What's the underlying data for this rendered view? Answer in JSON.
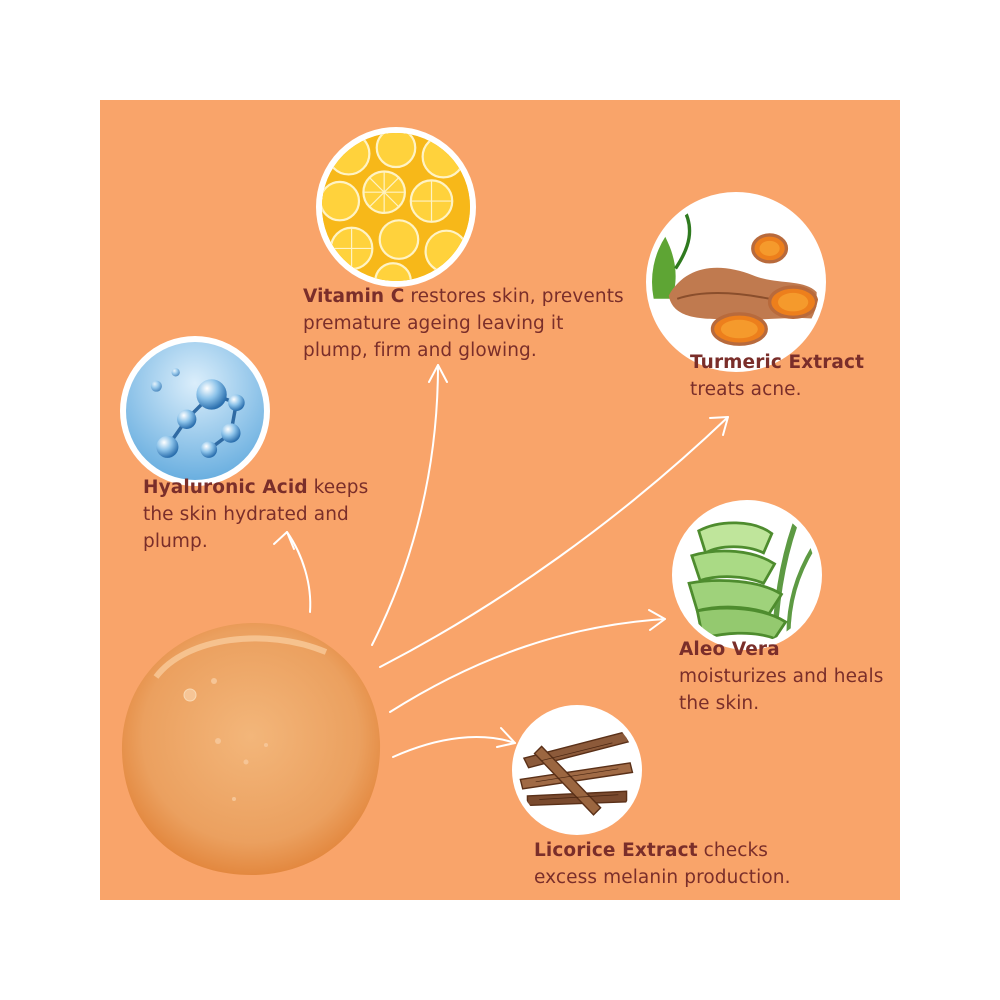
{
  "ingredients": [
    {
      "name": "Vitamin C",
      "description": " restores skin, prevents premature ageing leaving it plump, firm and glowing.",
      "image": "orange-slices"
    },
    {
      "name": "Hyaluronic Acid",
      "description": " keeps the skin hydrated and plump.",
      "image": "molecules"
    },
    {
      "name": "Turmeric Extract",
      "description": " treats acne.",
      "image": "turmeric-root"
    },
    {
      "name": "Aleo Vera",
      "description": " moisturizes and heals the skin.",
      "image": "aloe-vera"
    },
    {
      "name": "Licorice Extract",
      "description": " checks excess melanin production.",
      "image": "licorice-sticks"
    }
  ],
  "colors": {
    "background": "#f9a46a",
    "text": "#7a2e2a",
    "arrow": "#ffffff"
  }
}
